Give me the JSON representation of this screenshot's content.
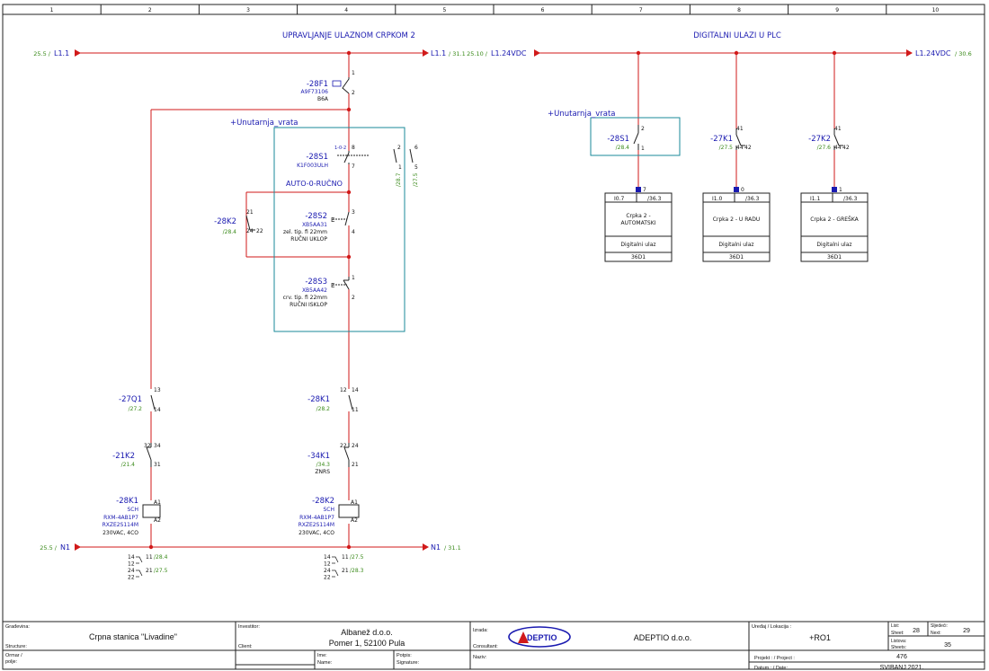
{
  "ruler": {
    "columns": [
      "1",
      "2",
      "3",
      "4",
      "5",
      "6",
      "7",
      "8",
      "9",
      "10"
    ]
  },
  "sections": {
    "left_title": "UPRAVLJANJE ULAZNOM CRPKOM 2",
    "right_title": "DIGITALNI ULAZI U PLC"
  },
  "rails": {
    "l11_in_ref": "25.5 /",
    "l11_in": "L1.1",
    "l11_out": "L1.1",
    "l11_out_ref": "/ 31.1",
    "l124_in_ref": "25.10 /",
    "l124_in": "L1.24VDC",
    "l124_out": "L1.24VDC",
    "l124_out_ref": "/ 30.6",
    "n1_in_ref": "25.5 /",
    "n1_in": "N1",
    "n1_out": "N1",
    "n1_out_ref": "/ 31.1"
  },
  "fuse": {
    "tag": "-28F1",
    "part": "A9F73106",
    "rating": "B6A",
    "pin_top": "1",
    "pin_bottom": "2"
  },
  "location": {
    "label": "+Unutarnja_vrata",
    "label2": "+Unutarnja_vrata"
  },
  "selector": {
    "tag": "-28S1",
    "pos": "1-0-2",
    "part": "K1F003ULH",
    "pin_a": "8",
    "pin_b": "7",
    "label": "AUTO-0-RUČNO",
    "c1_top": "2",
    "c1_bot": "1",
    "c1_ref": "/28.7",
    "c2_top": "6",
    "c2_bot": "5",
    "c2_ref": "/27.5"
  },
  "btn_start": {
    "tag": "-28S2",
    "part": "XB5AA31",
    "desc1": "zel. tip. fi 22mm",
    "desc2": "RUČNI UKLOP",
    "pin_top": "3",
    "pin_bot": "4"
  },
  "btn_stop": {
    "tag": "-28S3",
    "part": "XB5AA42",
    "desc1": "crv. tip. fi 22mm",
    "desc2": "RUČNI ISKLOP",
    "pin_top": "1",
    "pin_bot": "2"
  },
  "k2_self": {
    "tag": "-28K2",
    "ref": "/28.4",
    "p21": "21",
    "p24": "24",
    "p22": "22"
  },
  "q1": {
    "tag": "-27Q1",
    "ref": "/27.2",
    "p13": "13",
    "p14": "14"
  },
  "k2_21": {
    "tag": "-21K2",
    "ref": "/21.4",
    "p32": "32",
    "p34": "34",
    "p31": "31"
  },
  "k1_coil": {
    "tag": "-28K1",
    "sch": "SCH",
    "part1": "RXM-4AB1P7",
    "part2": "RXZE2S114M",
    "spec": "230VAC, 4CO",
    "a1": "A1",
    "a2": "A2"
  },
  "k1_contact": {
    "tag": "-28K1",
    "ref": "/28.2",
    "p12": "12",
    "p14": "14",
    "p11": "11"
  },
  "k34": {
    "tag": "-34K1",
    "ref": "/34.3",
    "extra": "ZNRS",
    "p22": "22",
    "p24": "24",
    "p21": "21"
  },
  "k2_coil": {
    "tag": "-28K2",
    "sch": "SCH",
    "part1": "RXM-4AB1P7",
    "part2": "RXZE2S114M",
    "spec": "230VAC, 4CO",
    "a1": "A1",
    "a2": "A2"
  },
  "xref_left": [
    {
      "a": "14",
      "b": "11",
      "ref": "/28.4"
    },
    {
      "a": "12",
      "b": "",
      "ref": ""
    },
    {
      "a": "24",
      "b": "21",
      "ref": "/27.5"
    },
    {
      "a": "22",
      "b": "",
      "ref": ""
    }
  ],
  "xref_right": [
    {
      "a": "14",
      "b": "11",
      "ref": "/27.5"
    },
    {
      "a": "12",
      "b": "",
      "ref": ""
    },
    {
      "a": "24",
      "b": "21",
      "ref": "/28.3"
    },
    {
      "a": "22",
      "b": "",
      "ref": ""
    }
  ],
  "plc_contacts": [
    {
      "tag": "-28S1",
      "ref": "/28.4",
      "top": "2",
      "bot": "1"
    },
    {
      "tag": "-27K1",
      "ref": "/27.5",
      "top": "41",
      "a": "44",
      "b": "42"
    },
    {
      "tag": "-27K2",
      "ref": "/27.6",
      "top": "41",
      "a": "44",
      "b": "42"
    }
  ],
  "plc_inputs": [
    {
      "pin": "7",
      "addr": "I0.7",
      "ref": "/36.3",
      "name1": "Crpka 2 -",
      "name2": "AUTOMATSKI",
      "type": "Digitalni ulaz",
      "module": "36D1"
    },
    {
      "pin": "0",
      "addr": "I1.0",
      "ref": "/36.3",
      "name1": "Crpka 2 - U RADU",
      "name2": "",
      "type": "Digitalni ulaz",
      "module": "36D1"
    },
    {
      "pin": "1",
      "addr": "I1.1",
      "ref": "/36.3",
      "name1": "Crpka 2 - GREŠKA",
      "name2": "",
      "type": "Digitalni ulaz",
      "module": "36D1"
    }
  ],
  "title_block": {
    "gradevina_label": "Građevina:",
    "structure_label": "Structure:",
    "project_name": "Crpna stanica \"Livadine\"",
    "ormar_label": "Ormar /",
    "polje_label": "polje:",
    "investitor_label": "Investitor:",
    "client_label": "Client:",
    "client_name": "Albanež d.o.o.",
    "client_address": "Pomer 1, 52100 Pula",
    "ime_label": "Ime:",
    "name_label": "Name:",
    "potpis_label": "Potpis:",
    "signature_label": "Signature:",
    "izrada_label": "Izrada:",
    "consultant_label": "Consultant:",
    "logo_text": "DEPTIO",
    "company": "ADEPTIO d.o.o.",
    "naziv_label": "Naziv:",
    "uredaj_label": "Uređaj / Lokacija :",
    "location_code": "+RO1",
    "list_label": "List:",
    "sheet_label": "Sheet:",
    "sheet_no": "28",
    "sljedeci_label": "Sljedeći:",
    "next_label": "Next:",
    "next_no": "29",
    "listova_label": "Listova:",
    "sheets_label": "Sheets:",
    "sheets_no": "35",
    "projekt_label": "Projekt : / Project :",
    "project_no": "476",
    "datum_label": "Datum : / Date:",
    "date": "SVIBANJ 2021."
  }
}
